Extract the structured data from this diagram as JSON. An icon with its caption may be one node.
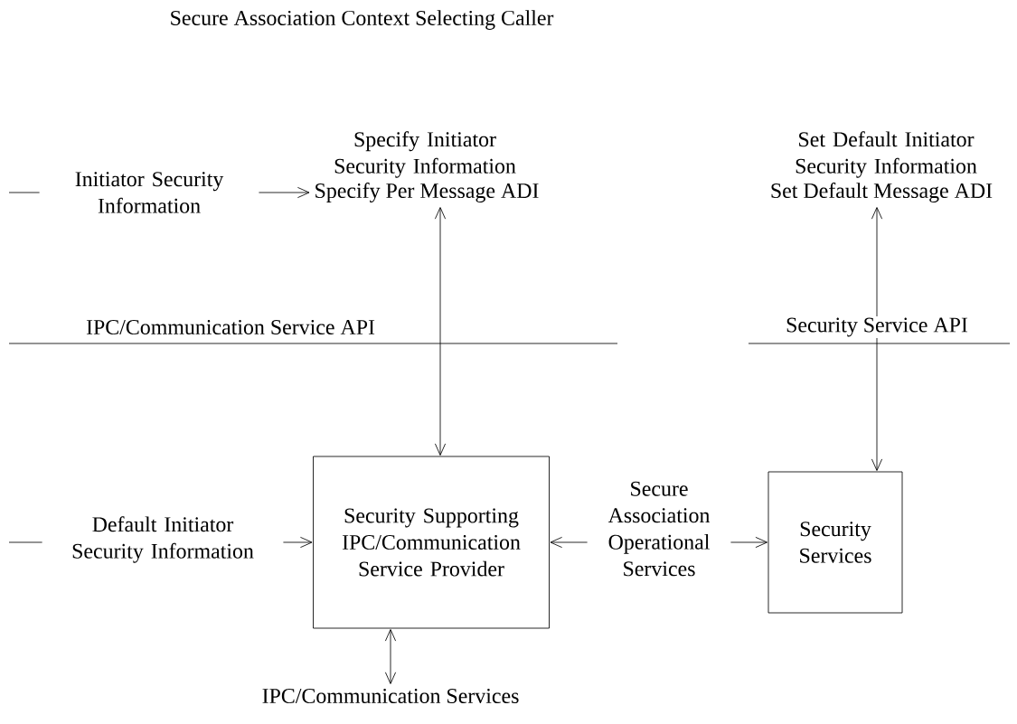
{
  "diagram": {
    "title": "Secure Association Context Selecting Caller",
    "nodes": [
      {
        "text": [
          "Specify Per Message ADI"
        ],
        "beside": [
          "Specify Initiator Security Information"
        ]
      },
      {
        "text": [
          "Set Default Message ADI"
        ],
        "beside": [
          "Set Default Initiator Security Information"
        ]
      },
      {
        "text": [
          "Security Supporting IPC/Communication Service Provider"
        ]
      },
      {
        "text": [
          "Security Services"
        ]
      },
      {
        "text": [
          "IPC/Communication Services"
        ]
      }
    ],
    "edges": [
      {
        "from": null,
        "to": 0,
        "arrow": "to",
        "label": "Initiator Security Information"
      },
      {
        "from": 0,
        "to": 2,
        "arrow": "both"
      },
      {
        "from": 1,
        "to": 3,
        "arrow": "both"
      },
      {
        "from": null,
        "to": 2,
        "arrow": "to",
        "label": "Default Initiator Security Information"
      },
      {
        "from": 2,
        "to": 3,
        "arrow": "both",
        "label": "Secure Association Operational Services"
      },
      {
        "from": 2,
        "to": 4,
        "arrow": "both"
      }
    ],
    "labels": [
      "IPC/Communication Service API",
      "Security Service API"
    ]
  }
}
